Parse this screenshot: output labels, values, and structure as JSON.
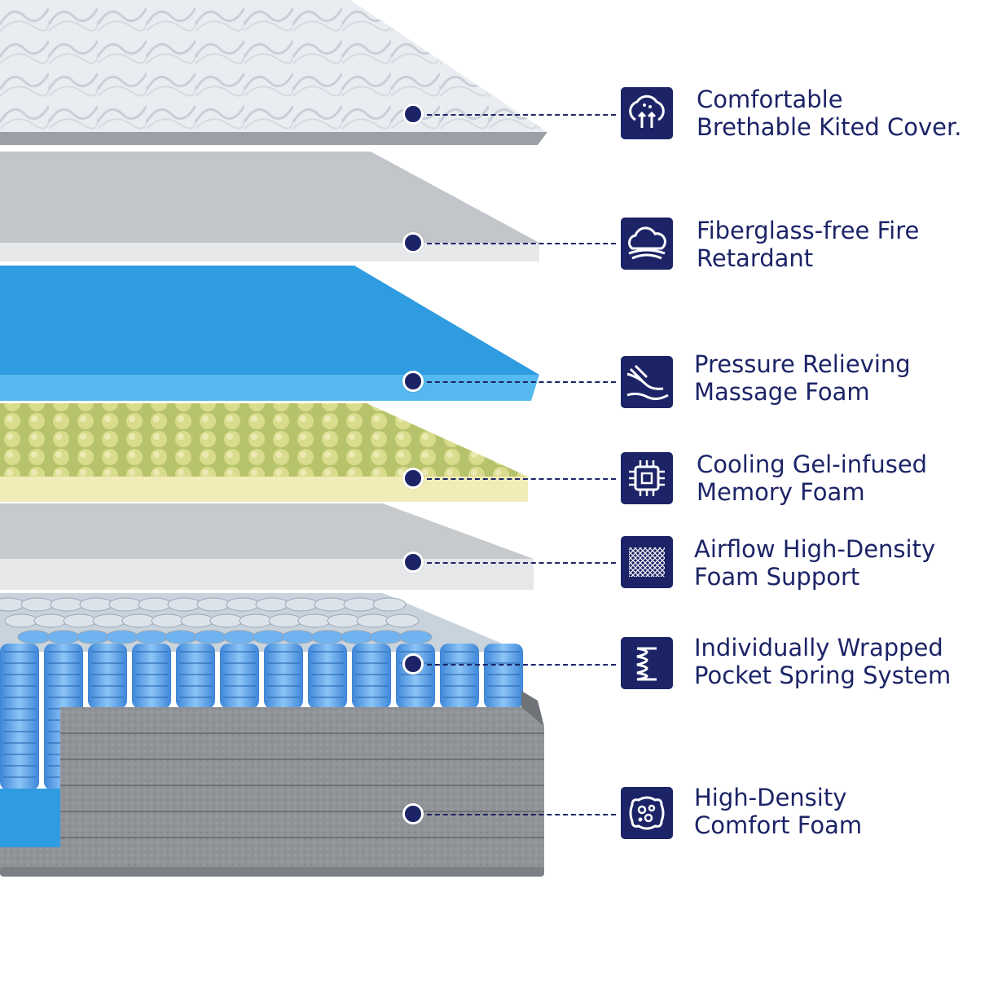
{
  "colors": {
    "accent": "#1c2467",
    "cover": "#e9edf1",
    "gray_layer": "#bfc4c8",
    "blue_foam": "#3ea9e6",
    "gel_foam": "#e6e2a6",
    "spring_blue": "#5aa6ee",
    "base_gray": "#8d9094"
  },
  "features": [
    {
      "icon": "breathable-cover-icon",
      "line1": "Comfortable",
      "line2": "Brethable Kited Cover."
    },
    {
      "icon": "cloud-fire-retardant-icon",
      "line1": "Fiberglass-free Fire",
      "line2": "Retardant"
    },
    {
      "icon": "hand-massage-icon",
      "line1": "Pressure Relieving",
      "line2": "Massage Foam"
    },
    {
      "icon": "cooling-chip-icon",
      "line1": "Cooling Gel-infused",
      "line2": "Memory Foam"
    },
    {
      "icon": "mesh-airflow-icon",
      "line1": "Airflow High-Density",
      "line2": "Foam Support"
    },
    {
      "icon": "coil-spring-icon",
      "line1": "Individually Wrapped",
      "line2": "Pocket Spring System"
    },
    {
      "icon": "sponge-foam-icon",
      "line1": "High-Density",
      "line2": "Comfort Foam"
    }
  ]
}
